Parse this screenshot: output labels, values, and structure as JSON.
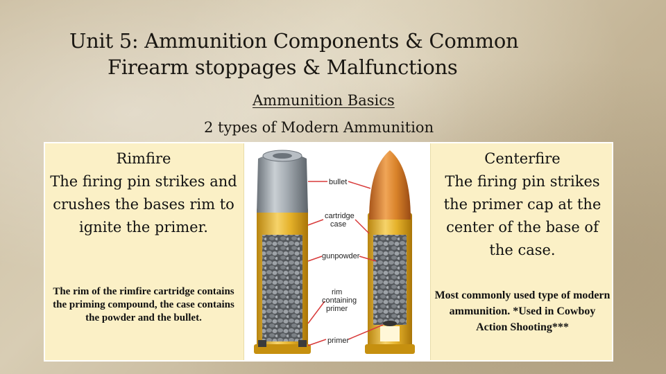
{
  "title": {
    "line1": "Unit 5: Ammunition Components & Common",
    "line2": "Firearm stoppages & Malfunctions"
  },
  "subtitle": "Ammunition Basics",
  "subheading": "2 types of Modern Ammunition",
  "rimfire": {
    "heading": "Rimfire",
    "description": "The firing pin strikes and crushes the bases rim to ignite the primer.",
    "detail": "The rim of the rimfire cartridge contains the priming compound, the case contains the powder and the bullet."
  },
  "centerfire": {
    "heading": "Centerfire",
    "description": "The firing pin strikes the primer cap at the center of the base of the case.",
    "detail": "Most commonly used type of modern ammunition. *Used in Cowboy Action Shooting***"
  },
  "diagram": {
    "labels": {
      "bullet": "bullet",
      "cartridge_case_1": "cartridge",
      "cartridge_case_2": "case",
      "gunpowder": "gunpowder",
      "rim_1": "rim",
      "rim_2": "containing",
      "rim_3": "primer",
      "primer": "primer"
    },
    "colors": {
      "lead": "#9aa1a8",
      "copper": "#d9832a",
      "brass": "#e5b22b",
      "powder": "#6f7377"
    }
  }
}
